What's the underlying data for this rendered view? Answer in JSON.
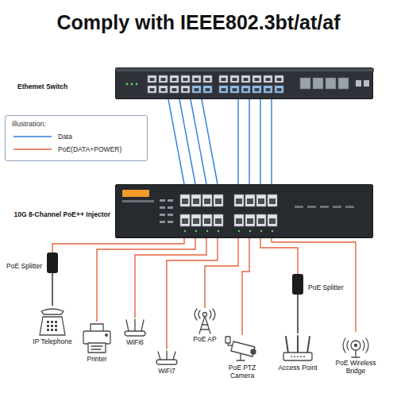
{
  "diagram": {
    "title": "Comply with IEEE802.3bt/at/af",
    "nodes": [
      {
        "text": [
          "Ethemet Switch"
        ]
      },
      {
        "text": [
          "10G 8-Channel PoE++ Injector"
        ]
      },
      {
        "text": [
          "PoE Splitter"
        ]
      },
      {
        "text": [
          "IP Telephone"
        ]
      },
      {
        "text": [
          "Printer"
        ]
      },
      {
        "text": [
          "WiFi6"
        ]
      },
      {
        "text": [
          "WiFi7"
        ]
      },
      {
        "text": [
          "PoE AP"
        ]
      },
      {
        "text": [
          "PoE Splitter"
        ]
      },
      {
        "text": [
          "PoE PTZ Camera"
        ]
      },
      {
        "text": [
          "Access Point"
        ]
      },
      {
        "text": [
          "PoE Wireless Bridge"
        ]
      }
    ],
    "edges": [
      {
        "from": 0,
        "to": 1,
        "arrow": "none"
      },
      {
        "from": 0,
        "to": 1,
        "arrow": "none"
      },
      {
        "from": 0,
        "to": 1,
        "arrow": "none"
      },
      {
        "from": 0,
        "to": 1,
        "arrow": "none"
      },
      {
        "from": 0,
        "to": 1,
        "arrow": "none"
      },
      {
        "from": 0,
        "to": 1,
        "arrow": "none"
      },
      {
        "from": 0,
        "to": 1,
        "arrow": "none"
      },
      {
        "from": 0,
        "to": 1,
        "arrow": "none"
      },
      {
        "from": 1,
        "to": 2,
        "arrow": "none"
      },
      {
        "from": 2,
        "to": 3,
        "arrow": "none"
      },
      {
        "from": 1,
        "to": 4,
        "arrow": "none"
      },
      {
        "from": 1,
        "to": 5,
        "arrow": "none"
      },
      {
        "from": 1,
        "to": 6,
        "arrow": "none"
      },
      {
        "from": 1,
        "to": 7,
        "arrow": "none"
      },
      {
        "from": 1,
        "to": 9,
        "arrow": "none"
      },
      {
        "from": 1,
        "to": 8,
        "arrow": "none"
      },
      {
        "from": 8,
        "to": 10,
        "arrow": "none"
      },
      {
        "from": 1,
        "to": 11,
        "arrow": "none"
      }
    ],
    "labels": [
      "illustration:"
    ],
    "legend": [
      {
        "text": "Data"
      },
      {
        "text": "PoE(DATA+POWER)"
      }
    ]
  }
}
